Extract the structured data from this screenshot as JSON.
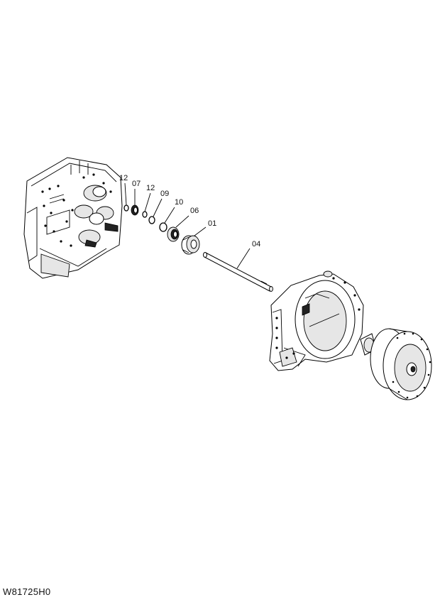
{
  "drawing": {
    "code": "W81725H0",
    "callouts": {
      "c12a": "12",
      "c07": "07",
      "c12b": "12",
      "c09": "09",
      "c10": "10",
      "c06": "06",
      "c01": "01",
      "c04": "04"
    }
  }
}
